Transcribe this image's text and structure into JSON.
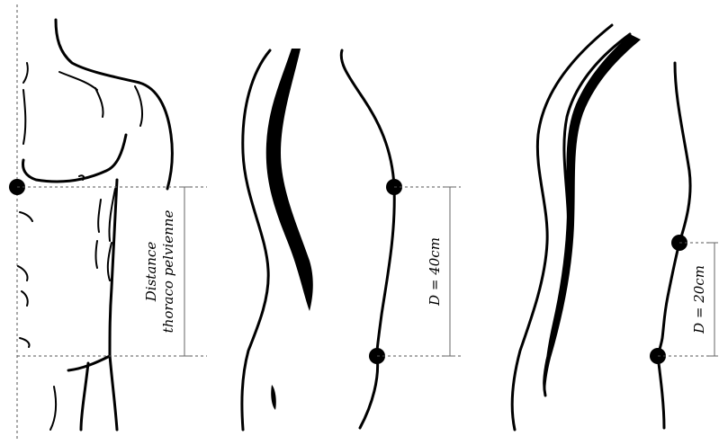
{
  "figure": {
    "panel1": {
      "label_line1": "Distance",
      "label_line2": "thoraco pelvienne"
    },
    "panel2": {
      "measure_label": "D = 40cm"
    },
    "panel3": {
      "measure_label": "D = 20cm"
    }
  }
}
